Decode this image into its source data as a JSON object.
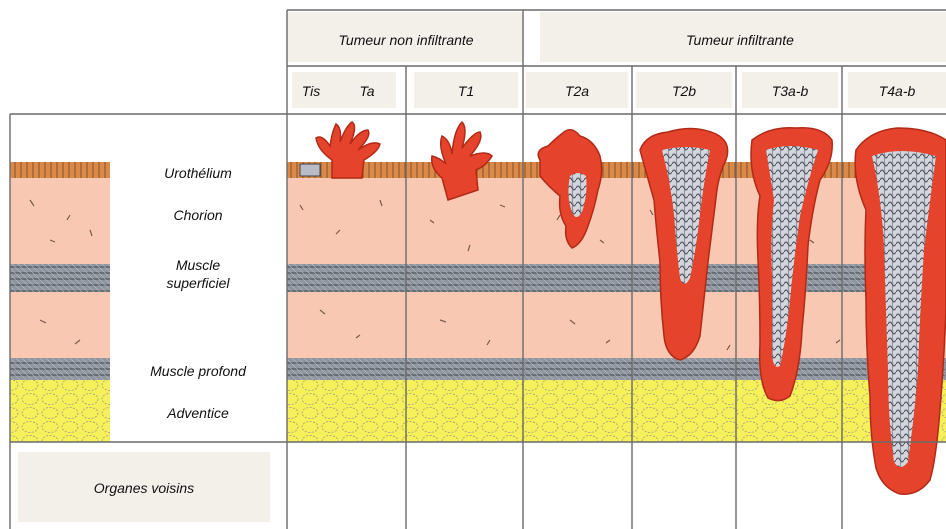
{
  "headers": {
    "non_infiltrating": "Tumeur non infiltrante",
    "infiltrating": "Tumeur infiltrante"
  },
  "stages": {
    "tis": "Tis",
    "ta": "Ta",
    "t1": "T1",
    "t2a": "T2a",
    "t2b": "T2b",
    "t3ab": "T3a-b",
    "t4ab": "T4a-b"
  },
  "layers": {
    "urothelium": "Urothélium",
    "chorion": "Chorion",
    "muscle_sup_1": "Muscle",
    "muscle_sup_2": "superficiel",
    "muscle_deep": "Muscle profond",
    "adventice": "Adventice",
    "organs": "Organes voisins"
  },
  "colors": {
    "background": "#ffffff",
    "header_panel": "#f3efe9",
    "tissue_pink": "#f9c8b2",
    "urothelium_band": "#d98a4a",
    "muscle_grey": "#8a8f98",
    "adventice_yellow": "#f6f05a",
    "tumor_red": "#e5432b",
    "tumor_core": "#c8ccd4",
    "grid_line": "#6a6a6a"
  }
}
